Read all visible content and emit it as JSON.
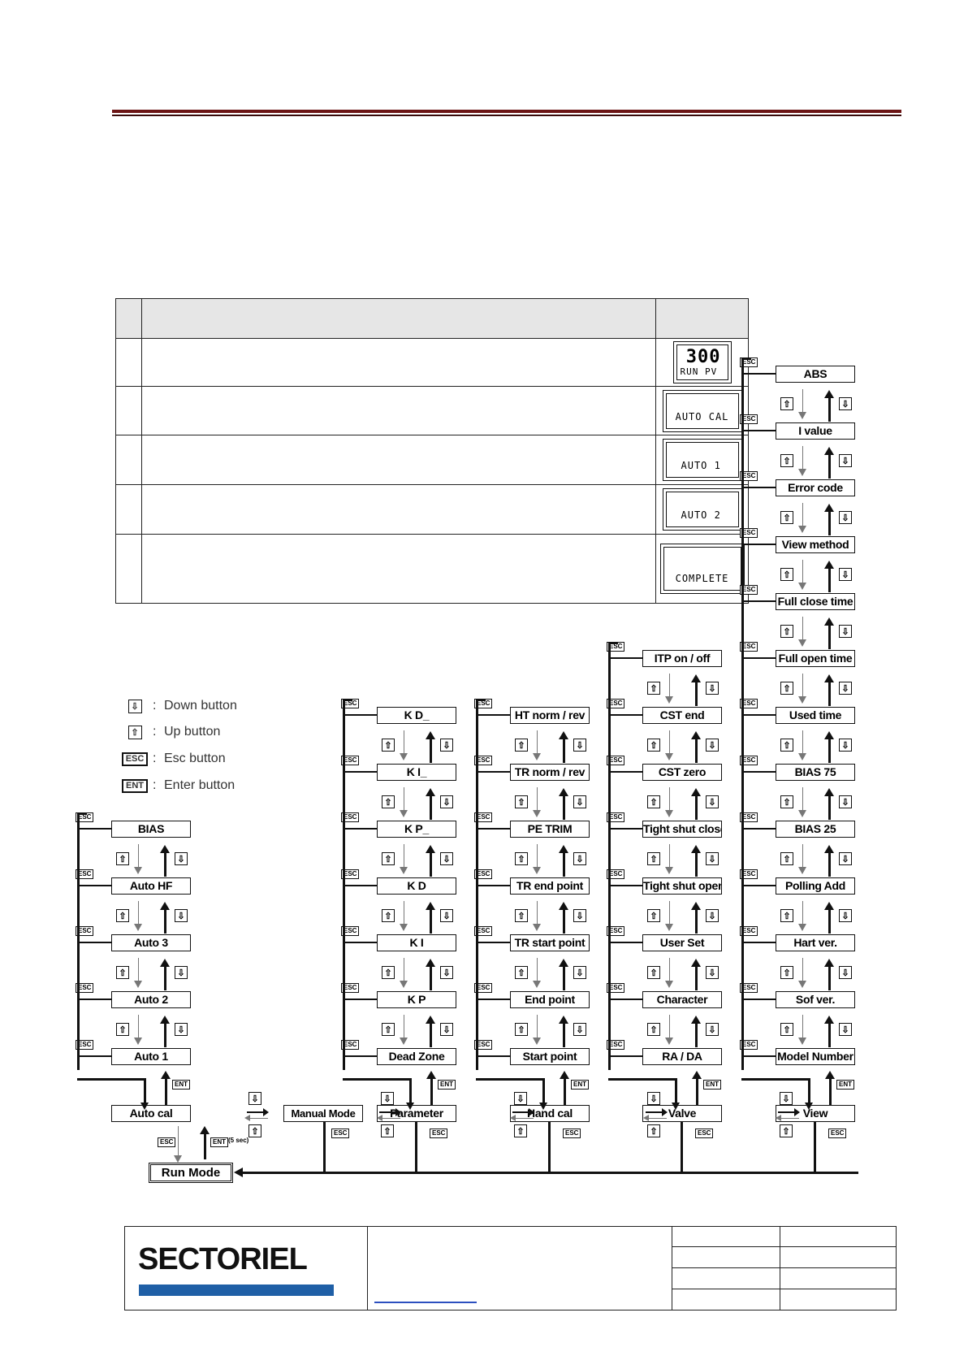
{
  "steps_table": {
    "rows": [
      {
        "display_top": "300",
        "display_bottom": "RUN PV"
      },
      {
        "display": "AUTO CAL"
      },
      {
        "display": "AUTO 1"
      },
      {
        "display": "AUTO 2"
      },
      {
        "display": "COMPLETE"
      }
    ]
  },
  "legend": [
    {
      "symbol": "⇩",
      "label": "Down button"
    },
    {
      "symbol": "⇧",
      "label": "Up button"
    },
    {
      "symbol": "ESC",
      "label": "Esc button"
    },
    {
      "symbol": "ENT",
      "label": "Enter button"
    }
  ],
  "legend_colon": ":",
  "keys": {
    "esc": "ESC",
    "ent": "ENT",
    "ent_5sec": "(5 sec)",
    "up": "⇧",
    "down": "⇩"
  },
  "menu": {
    "run_mode": "Run Mode",
    "auto_cal": {
      "title": "Auto cal",
      "items": [
        "BIAS",
        "Auto HF",
        "Auto 3",
        "Auto 2",
        "Auto 1"
      ]
    },
    "manual_mode": {
      "title": "Manual Mode"
    },
    "parameter": {
      "title": "Parameter",
      "items": [
        "K D_",
        "K I_",
        "K P_",
        "K D",
        "K I",
        "K P",
        "Dead Zone"
      ]
    },
    "hand_cal": {
      "title": "Hand cal",
      "items": [
        "HT  norm / rev",
        "TR  norm / rev",
        "PE TRIM",
        "TR end point",
        "TR start point",
        "End point",
        "Start point"
      ]
    },
    "valve": {
      "title": "Valve",
      "items": [
        "ITP  on / off",
        "CST end",
        "CST zero",
        "Tight shut close",
        "Tight shut open",
        "User Set",
        "Character",
        "RA / DA"
      ]
    },
    "view": {
      "title": "View",
      "items": [
        "ABS",
        "I value",
        "Error code",
        "View method",
        "Full close time",
        "Full open time",
        "Used time",
        "BIAS 75",
        "BIAS 25",
        "Polling Add",
        "Hart ver.",
        "Sof ver.",
        "Model Number"
      ]
    }
  },
  "footer": {
    "logo": "SECTORIEL",
    "brand_color": "#1f5fa6"
  }
}
